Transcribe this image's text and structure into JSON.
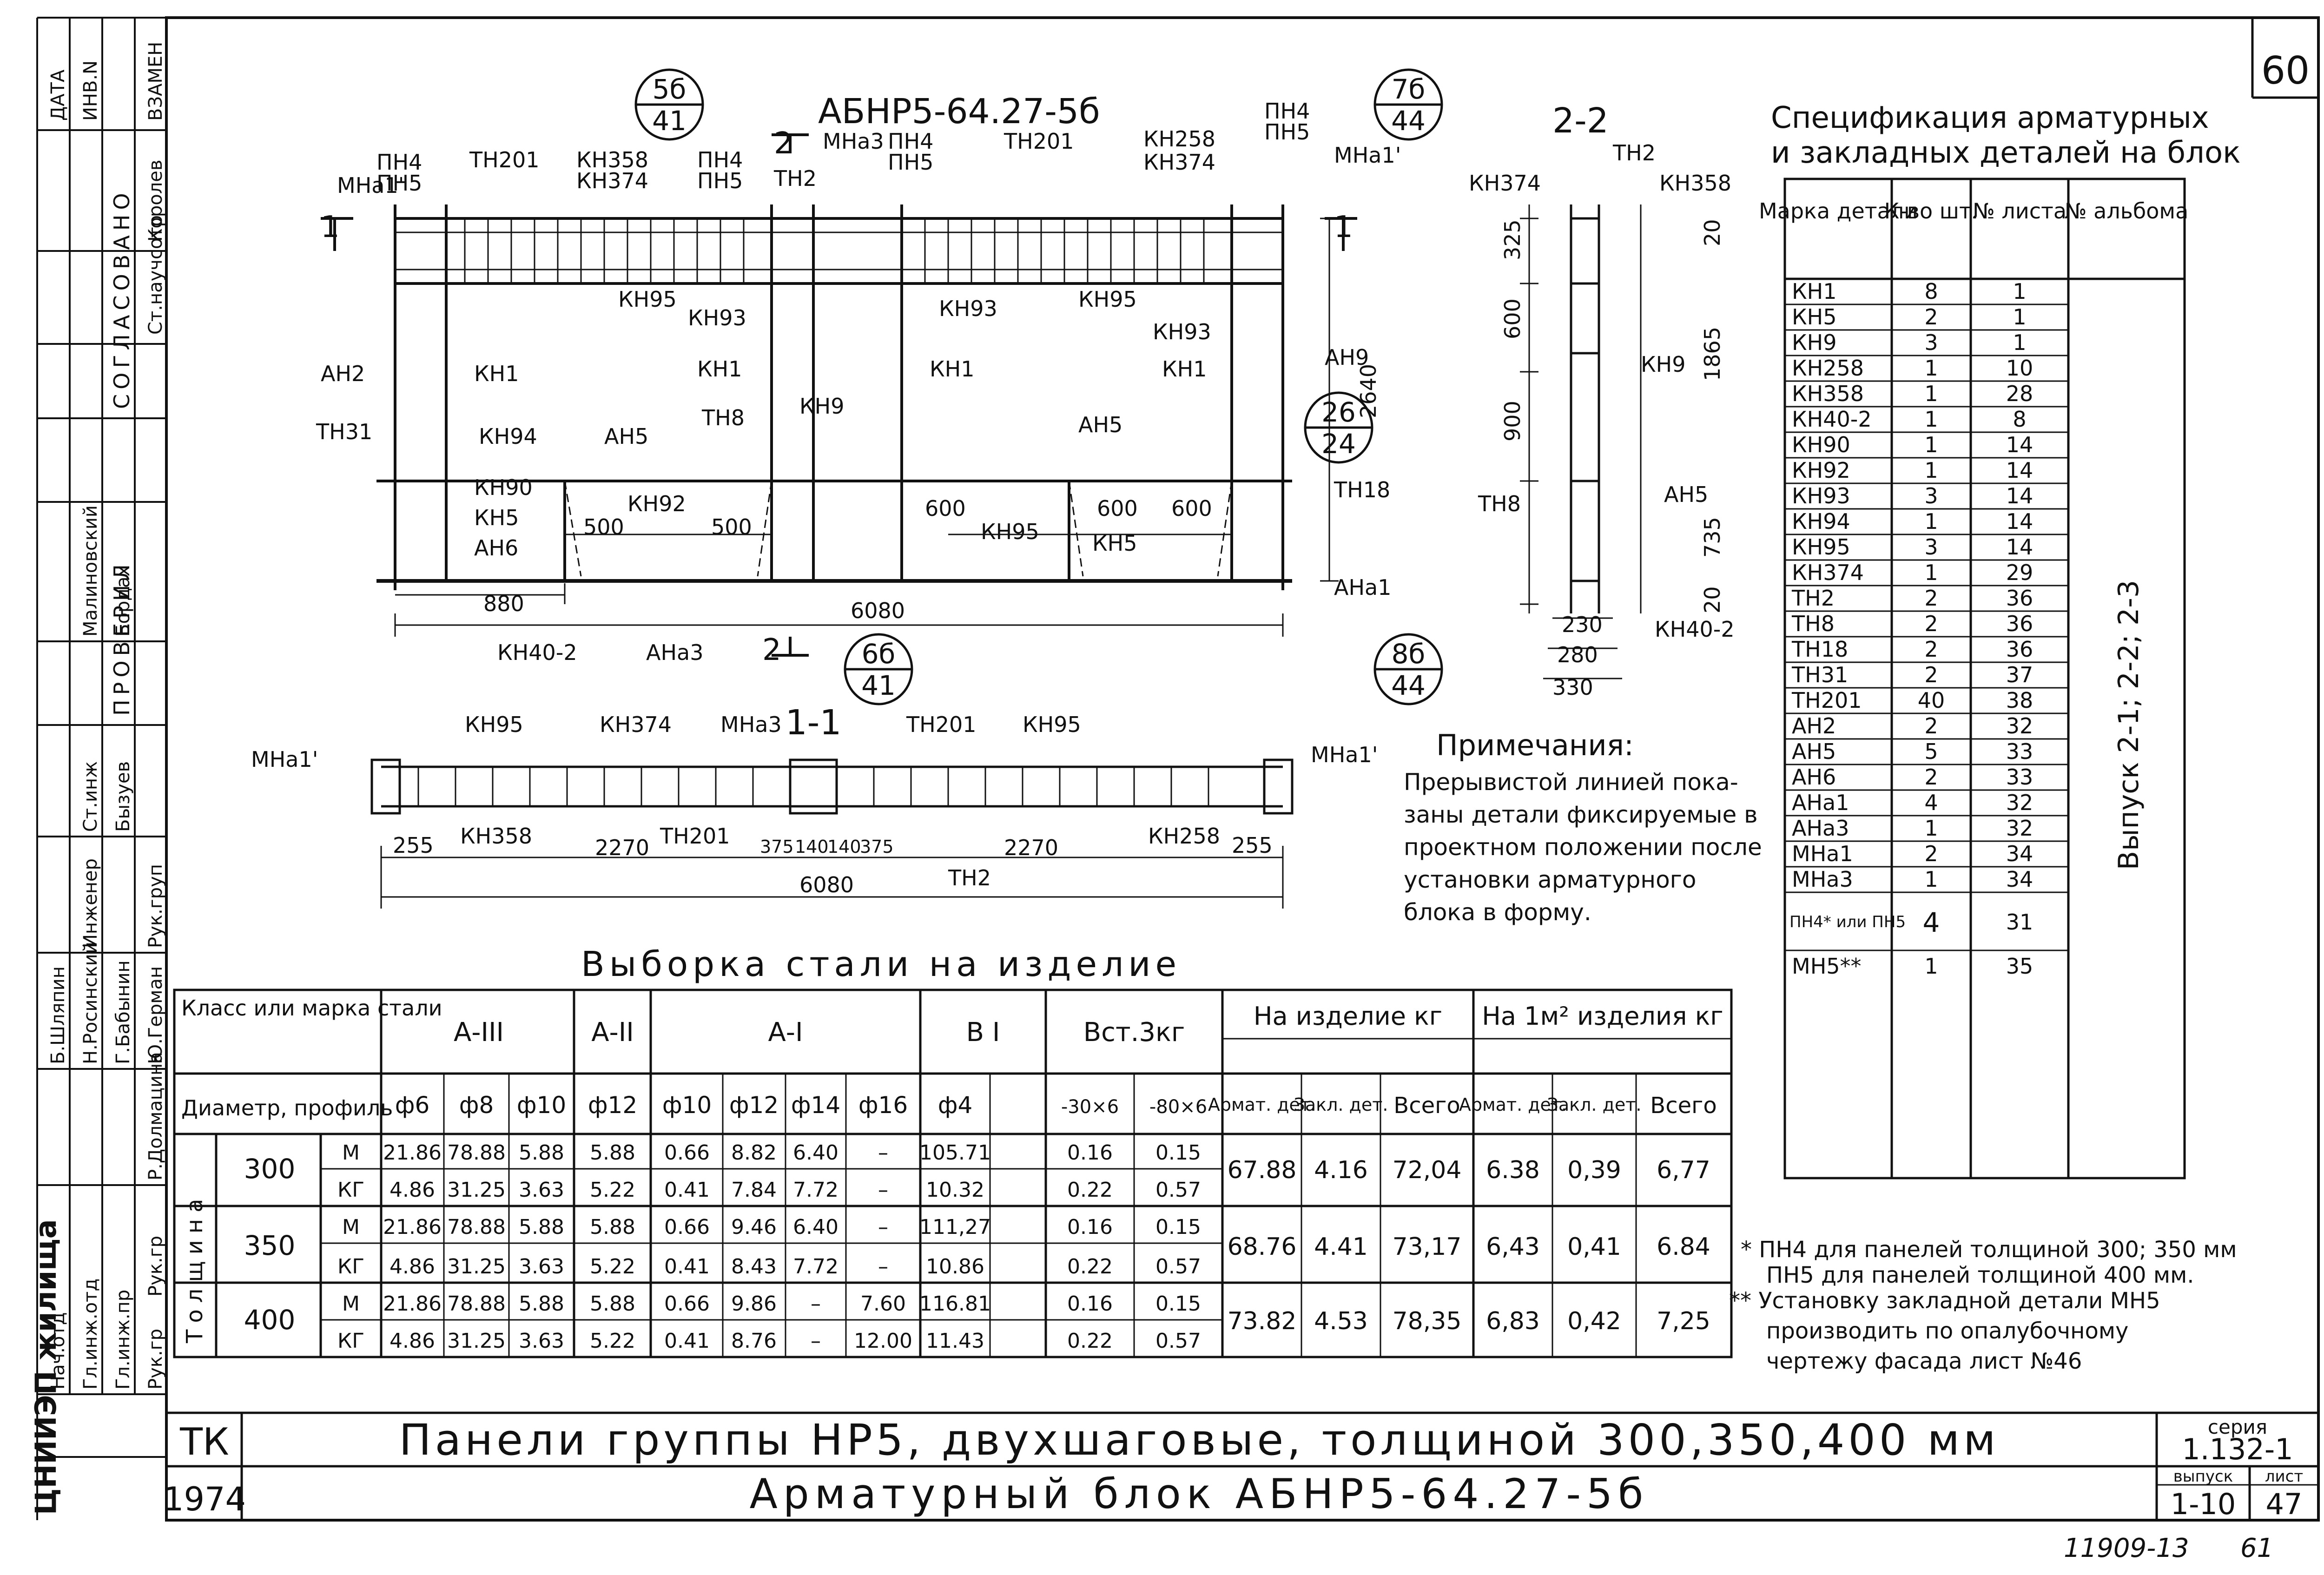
{
  "sheet": {
    "number": "60",
    "footer_code": "11909-13",
    "footer_page": "61"
  },
  "left_strip": {
    "agreed_header": "СОГЛАСОВАНО",
    "checked_header": "ПРОВЕРИЛ",
    "column_date": "ДАТА",
    "column_inv": "ИНВ.N",
    "column_replace": "ВЗАМЕН",
    "rows": [
      {
        "role": "Ст.научсотр",
        "name": "Королев"
      },
      {
        "role": "Малиновский",
        "name": "Бордах"
      },
      {
        "role": "Ст.инж",
        "name": "Бызуев"
      },
      {
        "role": "Инженер",
        "name": ""
      },
      {
        "role": "Рук.груп",
        "name": "Р.Долмацина"
      },
      {
        "role": "Б.Шляпин",
        "name": ""
      },
      {
        "role": "Н.Росинский",
        "name": ""
      },
      {
        "role": "Г.Бабынин",
        "name": ""
      },
      {
        "role": "Ю.Герман",
        "name": ""
      },
      {
        "role": "Р.Долмацина",
        "name": ""
      },
      {
        "role": "Нач.отд",
        "name": ""
      },
      {
        "role": "Гл.инж.отд",
        "name": ""
      },
      {
        "role": "Гл.инж.пр",
        "name": ""
      },
      {
        "role": "Рук.гр",
        "name": ""
      },
      {
        "role": "Рук.гр",
        "name": ""
      }
    ],
    "bottom_mark": "ЦНИИЭП жилища",
    "tk": "ТК",
    "year": "1974"
  },
  "front_view": {
    "title": "АБНР5-64.27-5б",
    "callouts": [
      {
        "top": "5б",
        "bottom": "41"
      },
      {
        "top": "7б",
        "bottom": "44"
      },
      {
        "top": "26",
        "bottom": "24"
      },
      {
        "top": "6б",
        "bottom": "41"
      },
      {
        "top": "8б",
        "bottom": "44"
      }
    ],
    "section_marks": {
      "s1_left": "1",
      "s1_right": "1",
      "s2_top": "2",
      "s2_bottom": "2"
    },
    "labels": [
      "МНа1'",
      "ПН4",
      "ПН5",
      "ТН201",
      "КН358",
      "КН374",
      "ПН4",
      "ПН5",
      "ТН2",
      "МНа3",
      "ПН4",
      "ПН5",
      "ТН201",
      "КН258",
      "КН374",
      "ПН4",
      "ПН5",
      "МНа1'",
      "КН95",
      "КН93",
      "КН95",
      "КН93",
      "КН93",
      "АН2",
      "КН1",
      "КН1",
      "КН1",
      "КН1",
      "АН9",
      "ТН31",
      "КН94",
      "АН5",
      "ТН8",
      "КН9",
      "АН5",
      "КН90",
      "КН92",
      "КН5",
      "АН6",
      "КН95",
      "КН5",
      "ТН18",
      "АНа1",
      "КН40-2",
      "АНа3"
    ],
    "dims": {
      "d500a": "500",
      "d500b": "500",
      "d600a": "600",
      "d600b": "600",
      "d600c": "600",
      "d880": "880",
      "d6080": "6080",
      "d2640": "2640"
    }
  },
  "section_2_2": {
    "title": "2-2",
    "labels": [
      "КН374",
      "ТН2",
      "КН358",
      "КН9",
      "ТН8",
      "АН5",
      "КН40-2"
    ],
    "dims": {
      "d325": "325",
      "d600": "600",
      "d900": "900",
      "d735": "735",
      "d20a": "20",
      "d1865": "1865",
      "d20b": "20",
      "d230": "230",
      "d280": "280",
      "d330": "330"
    }
  },
  "section_1_1": {
    "title": "1-1",
    "labels": [
      "МНа1'",
      "КН95",
      "КН374",
      "МНа3",
      "ТН201",
      "КН95",
      "МНа1'",
      "КН358",
      "ТН201",
      "ТН2",
      "КН258"
    ],
    "dims": [
      "255",
      "2270",
      "375",
      "140",
      "140",
      "375",
      "2270",
      "255"
    ],
    "total": "6080"
  },
  "notes": {
    "title": "Примечания:",
    "lines": [
      "Прерывистой линией пока-",
      "заны детали фиксируемые в",
      "проектном положении после",
      "установки арматурного",
      "блока в форму."
    ]
  },
  "spec": {
    "title_1": "Спецификация арматурных",
    "title_2": "и закладных деталей на блок",
    "headers": [
      "Марка детали",
      "К-во шт.",
      "№ листа",
      "№ альбома"
    ],
    "album": "Выпуск 2-1; 2-2; 2-3",
    "rows": [
      [
        "КН1",
        "8",
        "1"
      ],
      [
        "КН5",
        "2",
        "1"
      ],
      [
        "КН9",
        "3",
        "1"
      ],
      [
        "КН258",
        "1",
        "10"
      ],
      [
        "КН358",
        "1",
        "28"
      ],
      [
        "КН40-2",
        "1",
        "8"
      ],
      [
        "КН90",
        "1",
        "14"
      ],
      [
        "КН92",
        "1",
        "14"
      ],
      [
        "КН93",
        "3",
        "14"
      ],
      [
        "КН94",
        "1",
        "14"
      ],
      [
        "КН95",
        "3",
        "14"
      ],
      [
        "КН374",
        "1",
        "29"
      ],
      [
        "ТН2",
        "2",
        "36"
      ],
      [
        "ТН8",
        "2",
        "36"
      ],
      [
        "ТН18",
        "2",
        "36"
      ],
      [
        "ТН31",
        "2",
        "37"
      ],
      [
        "ТН201",
        "40",
        "38"
      ],
      [
        "АН2",
        "2",
        "32"
      ],
      [
        "АН5",
        "5",
        "33"
      ],
      [
        "АН6",
        "2",
        "33"
      ],
      [
        "АНа1",
        "4",
        "32"
      ],
      [
        "АНа3",
        "1",
        "32"
      ],
      [
        "МНа1",
        "2",
        "34"
      ],
      [
        "МНа3",
        "1",
        "34"
      ],
      [
        "ПН4* или ПН5",
        "4",
        "31"
      ],
      [
        "МН5**",
        "1",
        "35"
      ]
    ]
  },
  "steel": {
    "title": "Выборка стали на изделие",
    "class_label": "Класс или марка стали",
    "diam_label": "Диаметр, профиль",
    "thickness_label": "Толщина",
    "groups": [
      "А-III",
      "А-II",
      "А-I",
      "В I",
      "Вст.3кг"
    ],
    "diams": [
      "ф6",
      "ф8",
      "ф10",
      "ф12",
      "ф10",
      "ф12",
      "ф14",
      "ф16",
      "ф4",
      "",
      "-30×6",
      "-80×6"
    ],
    "per_item": "На изделие кг",
    "per_m2": "На 1м² изделия кг",
    "sub": [
      "Армат. дет.",
      "Закл. дет.",
      "Всего"
    ],
    "units": [
      "М",
      "КГ"
    ],
    "rows": [
      {
        "t": "300",
        "m": [
          "21.86",
          "78.88",
          "5.88",
          "5.88",
          "0.66",
          "8.82",
          "6.40",
          "–",
          "105.71",
          "",
          "0.16",
          "0.15"
        ],
        "kg": [
          "4.86",
          "31.25",
          "3.63",
          "5.22",
          "0.41",
          "7.84",
          "7.72",
          "–",
          "10.32",
          "",
          "0.22",
          "0.57"
        ],
        "item": [
          "67.88",
          "4.16",
          "72,04"
        ],
        "m2": [
          "6.38",
          "0,39",
          "6,77"
        ]
      },
      {
        "t": "350",
        "m": [
          "21.86",
          "78.88",
          "5.88",
          "5.88",
          "0.66",
          "9.46",
          "6.40",
          "–",
          "111,27",
          "",
          "0.16",
          "0.15"
        ],
        "kg": [
          "4.86",
          "31.25",
          "3.63",
          "5.22",
          "0.41",
          "8.43",
          "7.72",
          "–",
          "10.86",
          "",
          "0.22",
          "0.57"
        ],
        "item": [
          "68.76",
          "4.41",
          "73,17"
        ],
        "m2": [
          "6,43",
          "0,41",
          "6.84"
        ]
      },
      {
        "t": "400",
        "m": [
          "21.86",
          "78.88",
          "5.88",
          "5.88",
          "0.66",
          "9.86",
          "–",
          "7.60",
          "116.81",
          "",
          "0.16",
          "0.15"
        ],
        "kg": [
          "4.86",
          "31.25",
          "3.63",
          "5.22",
          "0.41",
          "8.76",
          "–",
          "12.00",
          "11.43",
          "",
          "0.22",
          "0.57"
        ],
        "item": [
          "73.82",
          "4.53",
          "78,35"
        ],
        "m2": [
          "6,83",
          "0,42",
          "7,25"
        ]
      }
    ]
  },
  "footnotes": [
    "* ПН4 для панелей толщиной 300; 350 мм",
    "ПН5 для панелей толщиной 400 мм.",
    "** Установку закладной детали МН5",
    "производить по опалубочному",
    "чертежу фасада лист №46"
  ],
  "title_block": {
    "line1": "Панели группы НР5, двухшаговые, толщиной 300,350,400 мм",
    "line2": "Арматурный блок АБНР5-64.27-5б",
    "series_label": "серия",
    "series": "1.132-1",
    "issue_label": "выпуск",
    "issue": "1-10",
    "sheet_label": "лист",
    "sheet": "47"
  }
}
